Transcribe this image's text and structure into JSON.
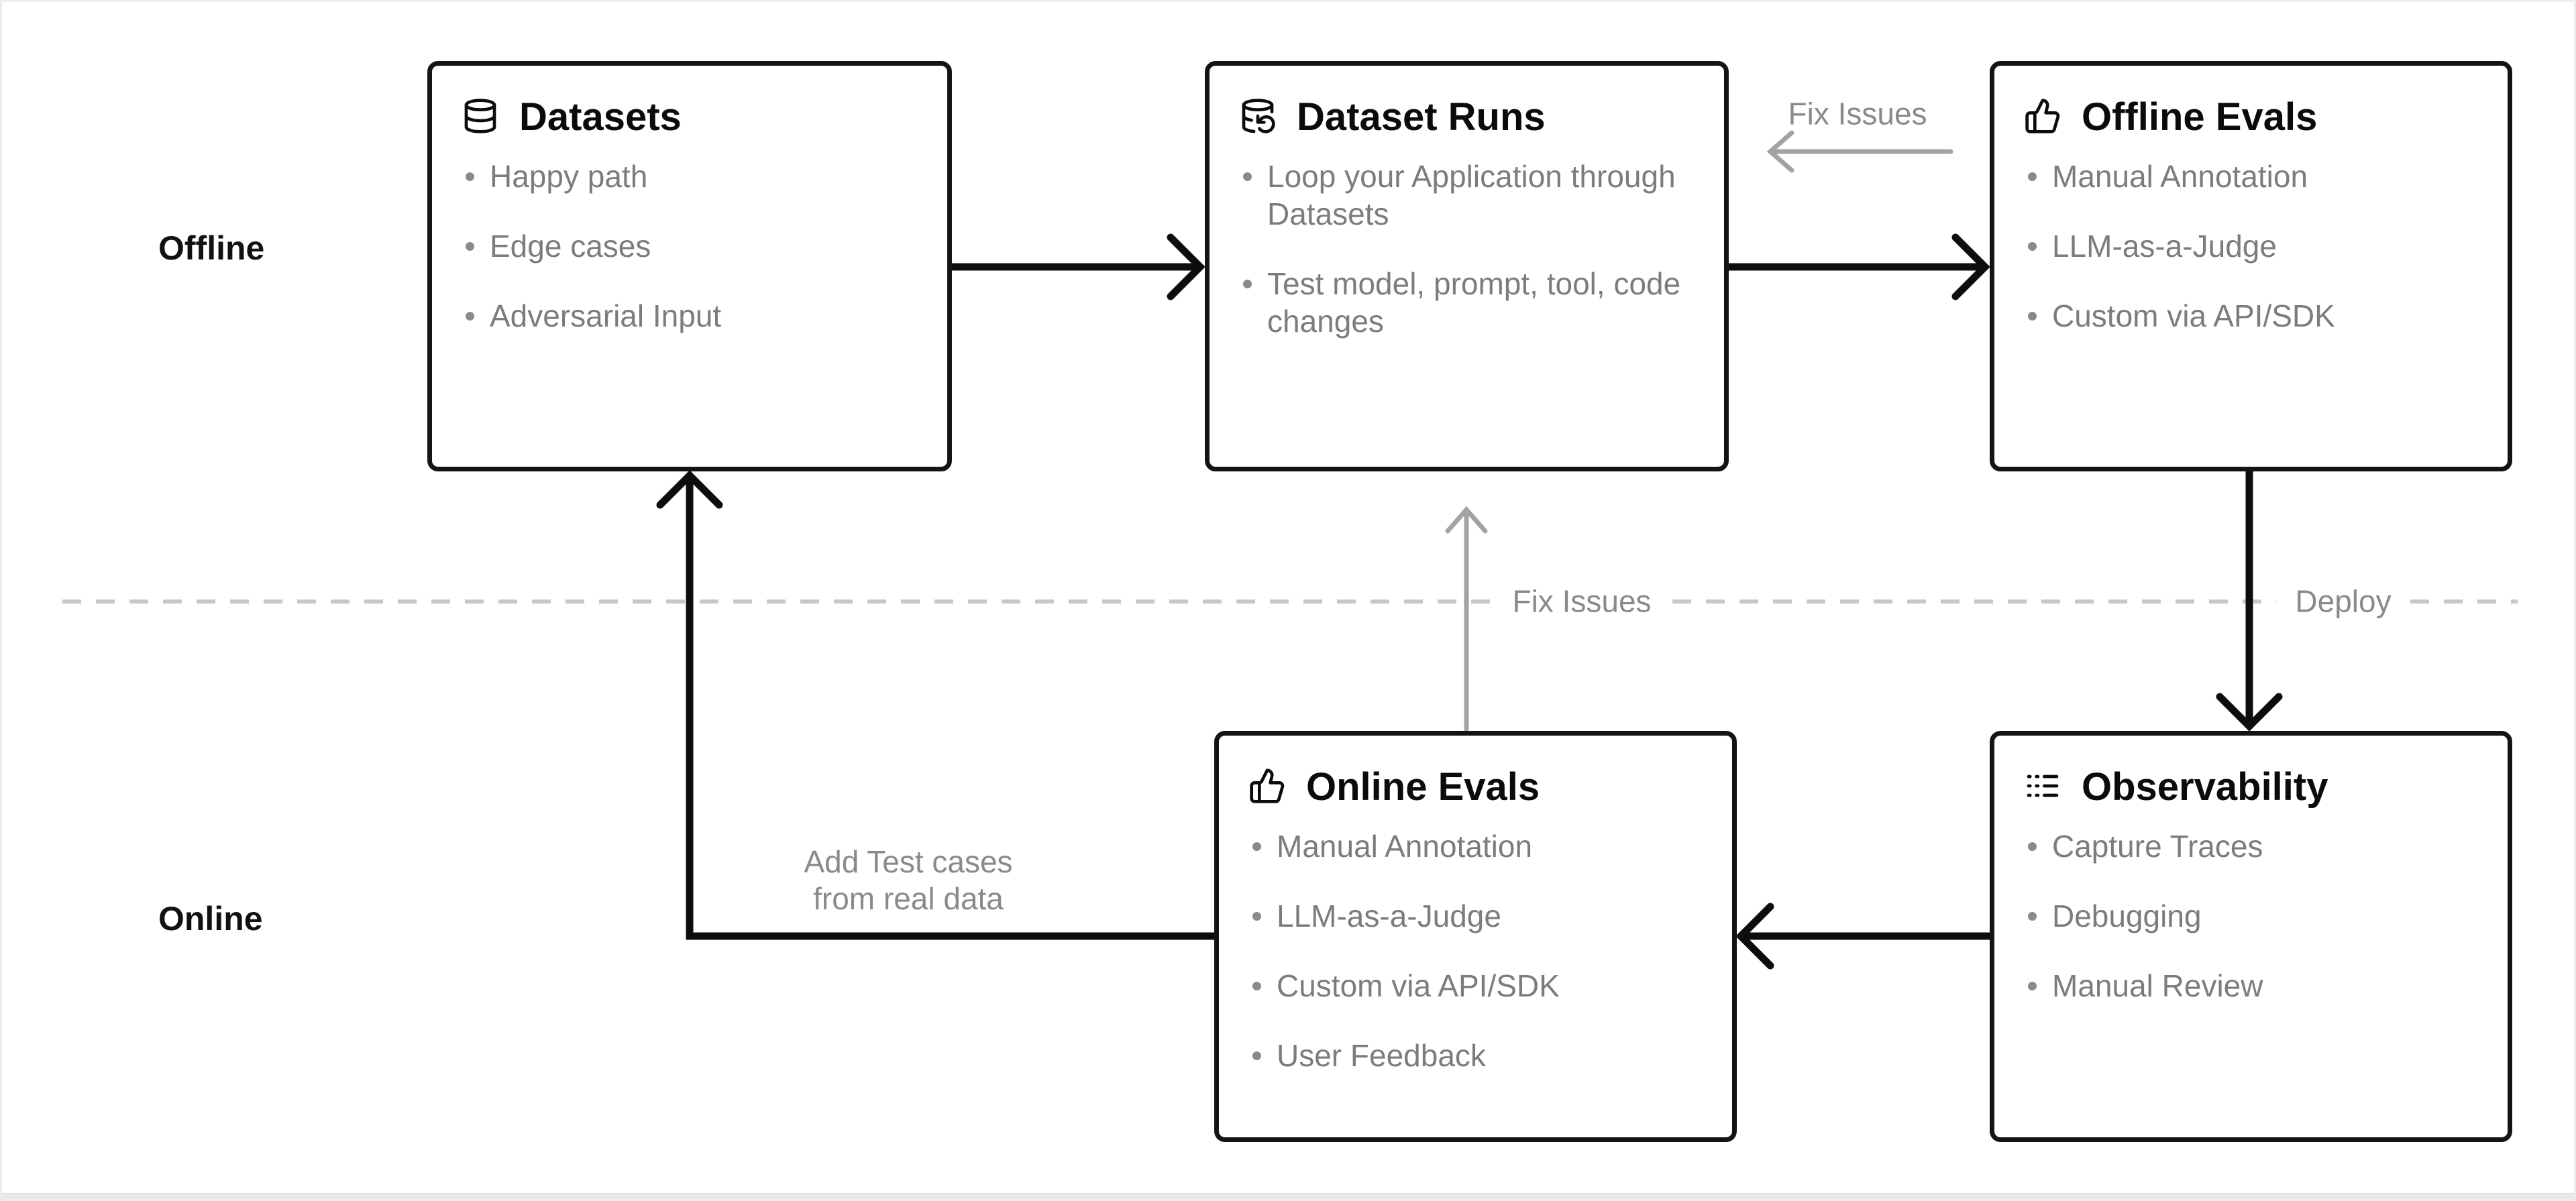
{
  "diagram": {
    "lanes": {
      "offline_label": "Offline",
      "online_label": "Online"
    },
    "boxes": [
      {
        "id": "datasets",
        "icon": "database-icon",
        "title": "Datasets",
        "bullets": [
          "Happy path",
          "Edge cases",
          "Adversarial Input"
        ]
      },
      {
        "id": "dataset-runs",
        "icon": "database-loop-icon",
        "title": "Dataset Runs",
        "bullets": [
          "Loop your Application through Datasets",
          "Test model, prompt, tool, code changes"
        ]
      },
      {
        "id": "offline-evals",
        "icon": "thumbs-up-icon",
        "title": "Offline Evals",
        "bullets": [
          "Manual Annotation",
          "LLM-as-a-Judge",
          "Custom via API/SDK"
        ]
      },
      {
        "id": "online-evals",
        "icon": "thumbs-up-icon",
        "title": "Online Evals",
        "bullets": [
          "Manual Annotation",
          "LLM-as-a-Judge",
          "Custom via API/SDK",
          "User Feedback"
        ]
      },
      {
        "id": "observability",
        "icon": "logs-icon",
        "title": "Observability",
        "bullets": [
          "Capture Traces",
          "Debugging",
          "Manual Review"
        ]
      }
    ],
    "edge_labels": {
      "fix_issues_top": "Fix Issues",
      "fix_issues_middle": "Fix Issues",
      "deploy": "Deploy",
      "add_test_cases_line1": "Add Test cases",
      "add_test_cases_line2": "from real data"
    },
    "colors": {
      "background": "#ffffff",
      "box_border": "#141414",
      "title_text": "#0b0b0b",
      "bullet_text": "#7c7c7c",
      "muted_label_text": "#8a8a8a",
      "black_arrow": "#0d0d0d",
      "gray_arrow": "#a3a3a3",
      "dashed_divider": "#c7c7c7"
    }
  }
}
